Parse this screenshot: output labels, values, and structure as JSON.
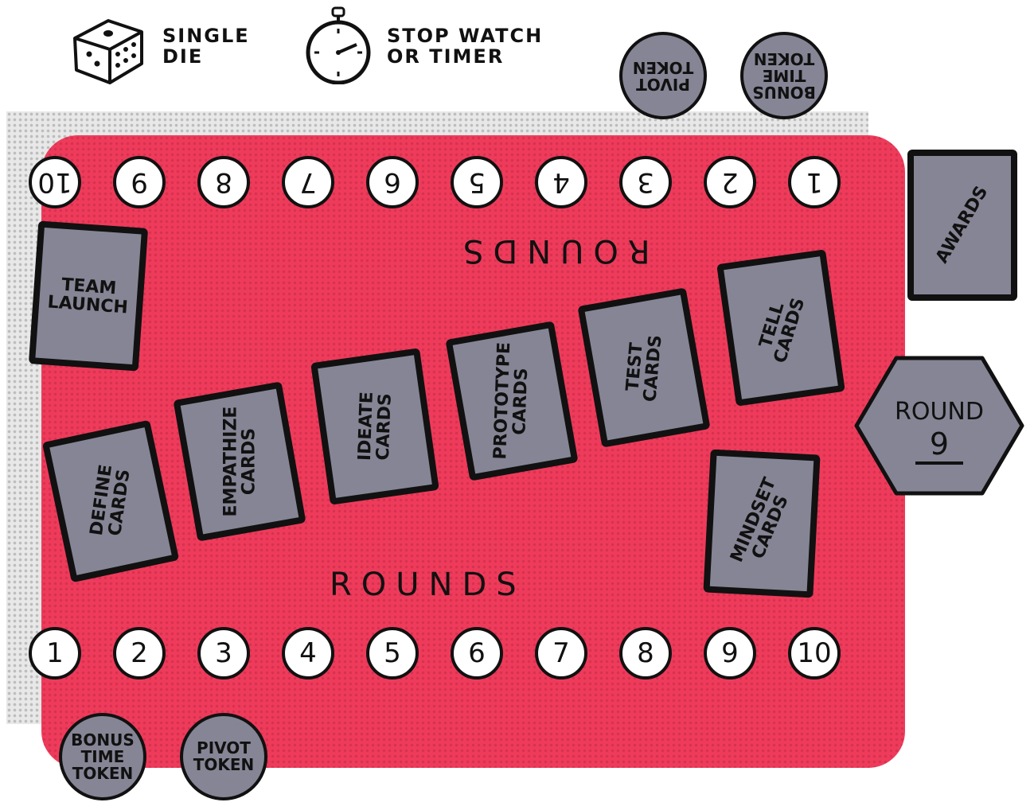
{
  "legend": {
    "die_label": "SINGLE\nDIE",
    "timer_label": "STOP WATCH\nOR TIMER"
  },
  "rounds_label_top": "ROUNDS",
  "rounds_label_bottom": "ROUNDS",
  "round_numbers_top": [
    "10",
    "9",
    "8",
    "7",
    "6",
    "5",
    "4",
    "3",
    "2",
    "1"
  ],
  "round_numbers_bottom": [
    "1",
    "2",
    "3",
    "4",
    "5",
    "6",
    "7",
    "8",
    "9",
    "10"
  ],
  "cards": {
    "team_launch": "TEAM\nLAUNCH",
    "define": "DEFINE\nCARDS",
    "empathize": "EMPATHIZE\nCARDS",
    "ideate": "IDEATE\nCARDS",
    "prototype": "PROTOTYPE\nCARDS",
    "test": "TEST\nCARDS",
    "tell": "TELL\nCARDS",
    "mindset": "MINDSET\nCARDS",
    "awards": "AWARDS"
  },
  "round_marker": {
    "label": "ROUND",
    "value": "9"
  },
  "tokens": {
    "pivot_top": "PIVOT\nTOKEN",
    "bonus_top": "BONUS\nTIME\nTOKEN",
    "bonus_bottom": "BONUS\nTIME\nTOKEN",
    "pivot_bottom": "PIVOT\nTOKEN"
  },
  "colors": {
    "board": "#ef3b5b",
    "card": "#858595",
    "outline": "#111111"
  }
}
